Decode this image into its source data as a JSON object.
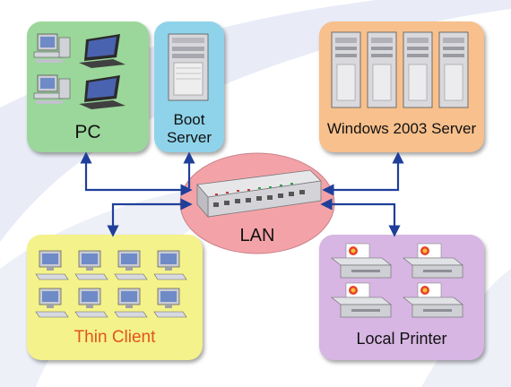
{
  "nodes": {
    "pc": {
      "label": "PC",
      "color": "#9bd79b"
    },
    "boot": {
      "label_line1": "Boot",
      "label_line2": "Server",
      "color": "#8fd3ea"
    },
    "windows": {
      "label": "Windows 2003 Server",
      "color": "#f7c08c"
    },
    "lan": {
      "label": "LAN",
      "color": "#f3a3a8"
    },
    "thin": {
      "label": "Thin Client",
      "color": "#f4f28a",
      "label_color": "#e2551b"
    },
    "printer": {
      "label": "Local Printer",
      "color": "#d7b6e3"
    }
  },
  "colors": {
    "arrow": "#1f3f9a",
    "background_swoosh": "#dfe4f4"
  }
}
